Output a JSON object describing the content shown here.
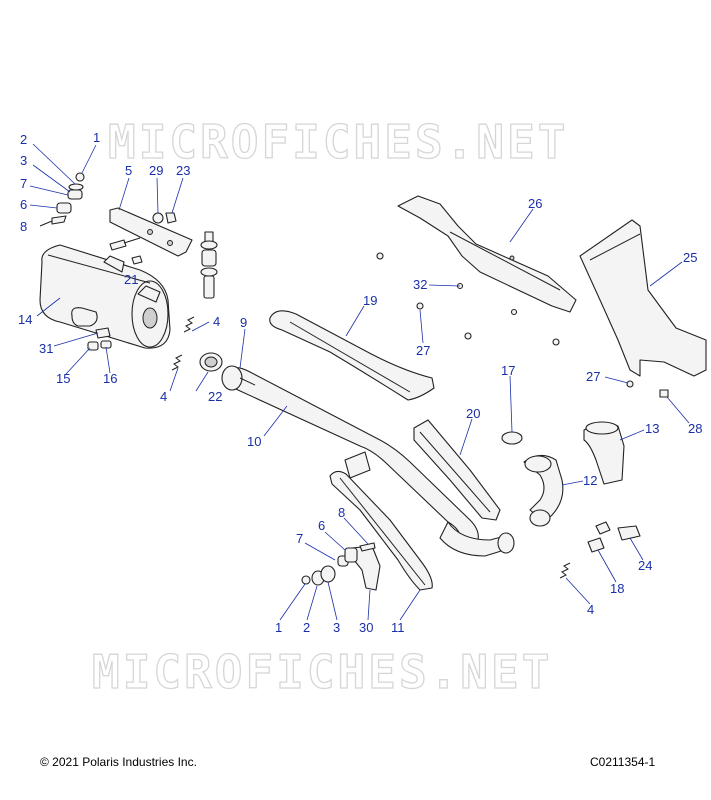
{
  "watermark": "MICROFICHES.NET",
  "footer": {
    "copyright": "© 2021 Polaris Industries Inc.",
    "diagram_code": "C0211354-1"
  },
  "callouts": [
    "1",
    "2",
    "3",
    "7",
    "6",
    "8",
    "5",
    "29",
    "23",
    "21",
    "14",
    "31",
    "15",
    "16",
    "4",
    "22",
    "4",
    "9",
    "10",
    "19",
    "32",
    "27",
    "26",
    "25",
    "27",
    "28",
    "17",
    "20",
    "13",
    "12",
    "24",
    "18",
    "4",
    "6",
    "7",
    "8",
    "1",
    "2",
    "3",
    "30",
    "11"
  ]
}
